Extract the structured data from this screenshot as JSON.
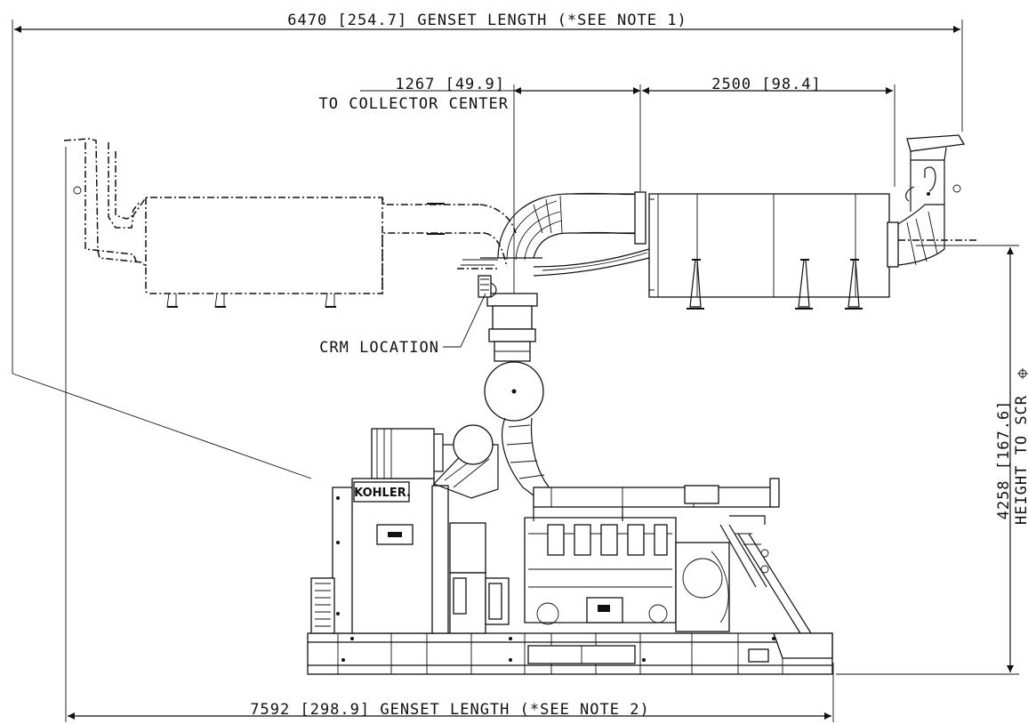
{
  "dimensions": {
    "genset_length_top": "6470 [254.7] GENSET LENGTH (*SEE NOTE 1)",
    "collector_distance": "1267 [49.9]",
    "collector_label": "TO COLLECTOR CENTER",
    "scr_length": "2500 [98.4]",
    "height_value": "4258 [167.6]",
    "height_label": "HEIGHT TO SCR",
    "genset_length_bottom": "7592 [298.9] GENSET LENGTH (*SEE NOTE 2)"
  },
  "callouts": {
    "crm_location": "CRM LOCATION"
  },
  "logo": {
    "brand": "KOHLER."
  }
}
